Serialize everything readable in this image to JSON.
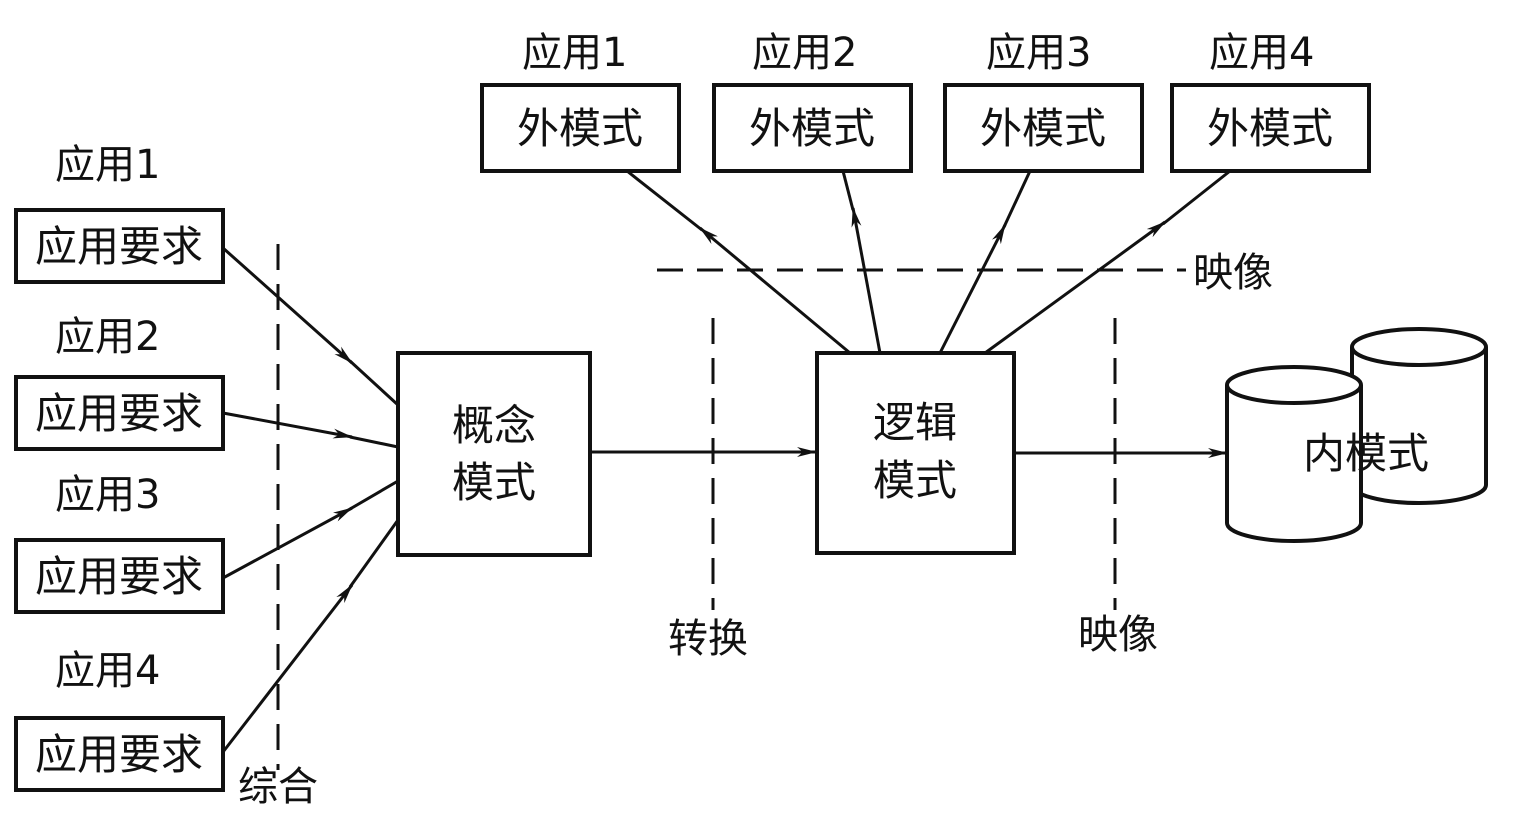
{
  "left_apps": [
    {
      "app_label": "应用1",
      "box_text": "应用要求"
    },
    {
      "app_label": "应用2",
      "box_text": "应用要求"
    },
    {
      "app_label": "应用3",
      "box_text": "应用要求"
    },
    {
      "app_label": "应用4",
      "box_text": "应用要求"
    }
  ],
  "top_apps": [
    {
      "app_label": "应用1",
      "box_text": "外模式"
    },
    {
      "app_label": "应用2",
      "box_text": "外模式"
    },
    {
      "app_label": "应用3",
      "box_text": "外模式"
    },
    {
      "app_label": "应用4",
      "box_text": "外模式"
    }
  ],
  "conceptual_model": {
    "line1": "概念",
    "line2": "模式"
  },
  "logical_model": {
    "line1": "逻辑",
    "line2": "模式"
  },
  "internal_model": "内模式",
  "labels": {
    "synthesis": "综合",
    "conversion": "转换",
    "mapping_top": "映像",
    "mapping_bottom": "映像"
  }
}
